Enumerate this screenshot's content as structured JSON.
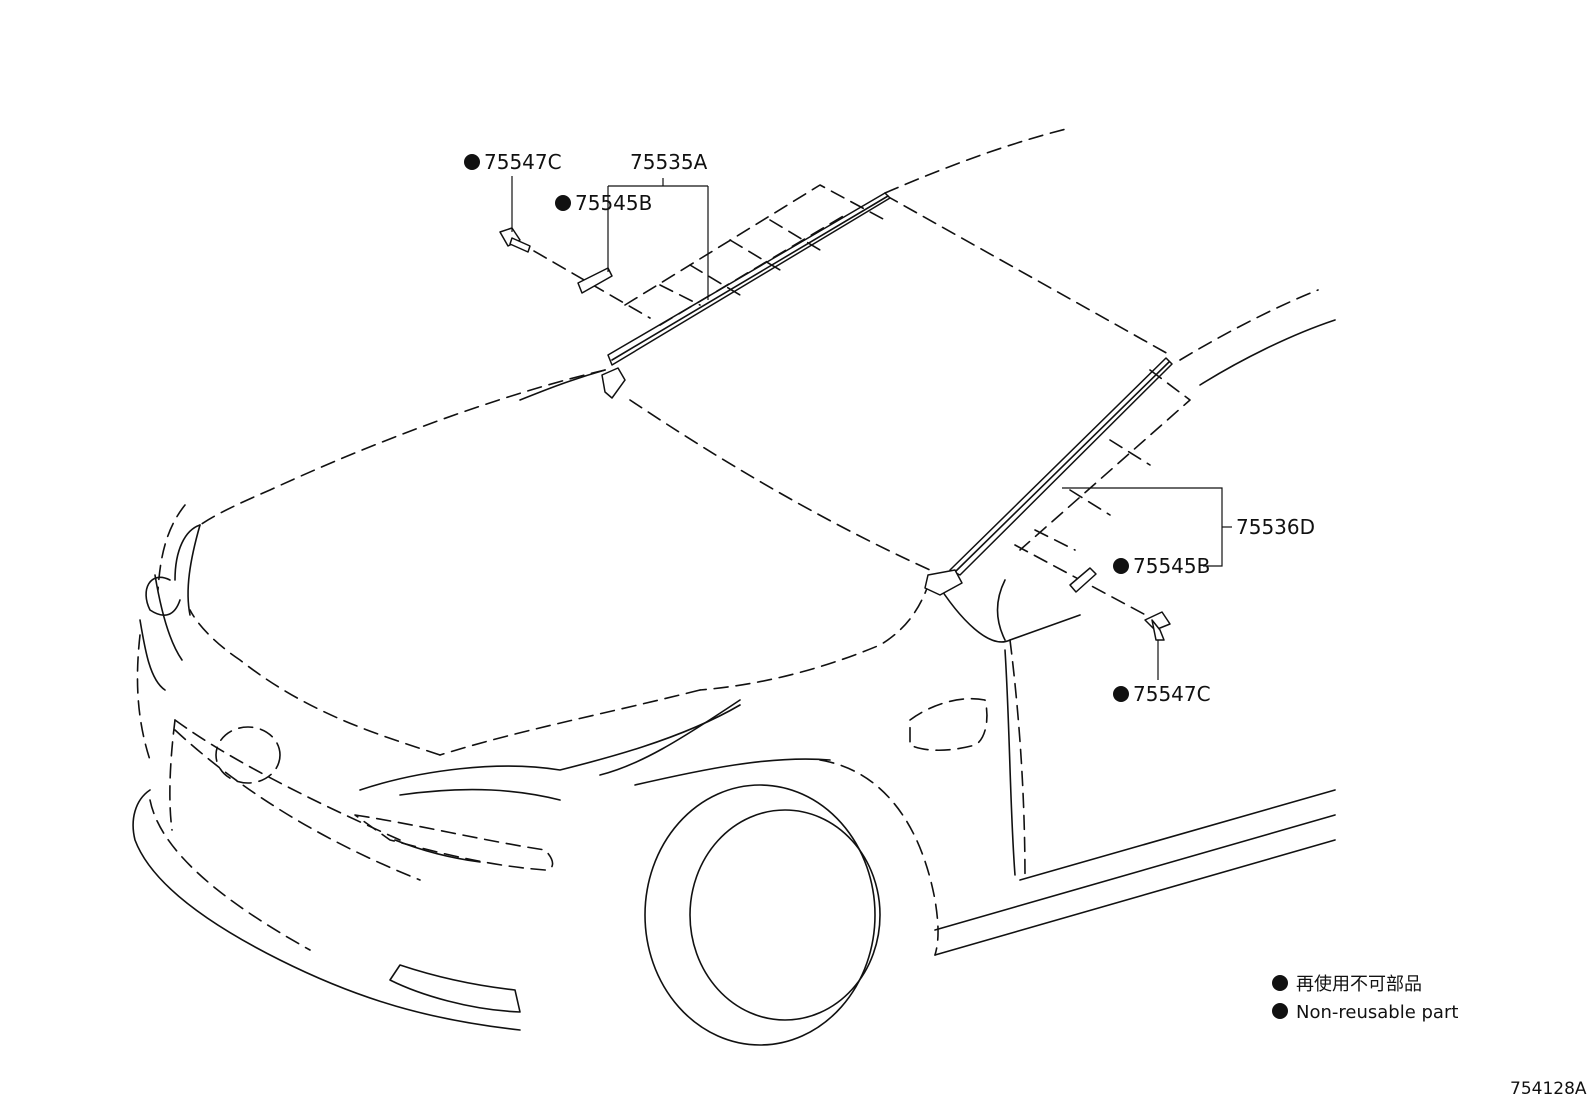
{
  "callouts": {
    "upper_clip": "75547C",
    "upper_molding": "75535A",
    "upper_spacer": "75545B",
    "lower_molding": "75536D",
    "lower_spacer": "75545B",
    "lower_clip": "75547C"
  },
  "legend": {
    "japanese": "再使用不可部品",
    "english": "Non-reusable part"
  },
  "figure_code": "754128A"
}
